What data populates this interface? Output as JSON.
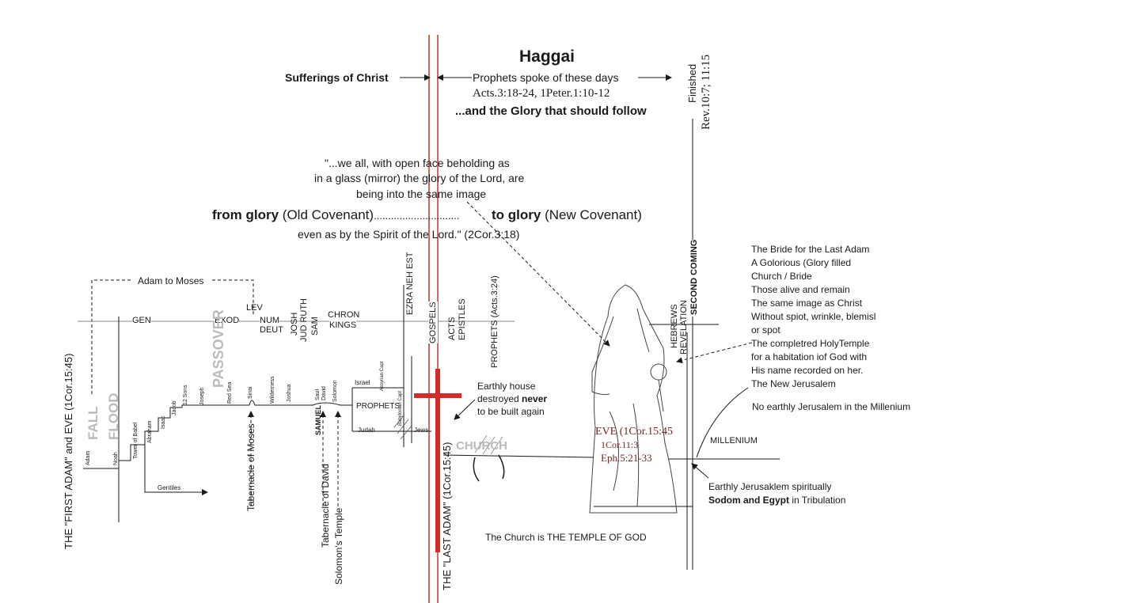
{
  "header": {
    "title": "Haggai",
    "sufferings": "Sufferings of Christ",
    "prophets_spoke": "Prophets spoke of these days",
    "refs": "Acts.3:18-24, 1Peter.1:10-12",
    "glory_follow": "...and the Glory that should follow",
    "finished": "Finished",
    "rev_ref": "Rev.10:7; 11:15"
  },
  "quote": {
    "line1": "\"...we all, with open face beholding as",
    "line2": "in a glass (mirror) the glory of the Lord, are",
    "line3": "being into the same image",
    "from_glory": "from glory",
    "old_cov": " (Old Covenant)",
    "dots": "..............................",
    "to_glory": "to glory",
    "new_cov": " (New Covenant)",
    "line5": "even as by the Spirit of the Lord.\" (2Cor.3:18)"
  },
  "timeline": {
    "adam_to_moses": "Adam to Moses",
    "gen": "GEN",
    "exod": "EXOD",
    "lev": "LEV",
    "num": "NUM",
    "deut": "DEUT",
    "josh": "JOSH",
    "jud_ruth": "JUD RUTH",
    "sam": "SAM",
    "chron": "CHRON",
    "kings": "KINGS",
    "ezra_nehemiah_est": "EZRA NEH EST",
    "gospels": "GOSPELS",
    "acts": "ACTS",
    "epistles": "EPISTLES",
    "prophets_acts": "PROPHETS (Acts.3:24)",
    "hebrews": "HEBREWS",
    "revelation": "REVELATION",
    "second_coming": "SECOND COMING",
    "passover": "PASSOVER",
    "fall": "FALL",
    "flood": "FLOOD",
    "first_adam": "THE \"FIRST ADAM\" and EVE (1Cor.15:45)",
    "last_adam": "THE \"LAST ADAM\" (1Cor.15:45)",
    "adam": "Adam",
    "noah": "Noah",
    "tower": "Tower of Babel",
    "abraham": "Abraham",
    "isaac": "Isaac",
    "jacob": "Jacob",
    "twelve_sons": "12 Sons",
    "joseph": "Joseph",
    "red_sea": "Red Sea",
    "sinai": "Sinai",
    "wilderness": "Wilderness",
    "joshua": "Joshua",
    "saul": "Saul",
    "david": "David",
    "solomon": "Solomon",
    "samuel": "SAMUEL",
    "israel": "Israel",
    "assyrian_capt": "Assyrian Capt",
    "babylonian_capt": "Babylonian Capt",
    "prophets": "PROPHETS",
    "judah": "Judah",
    "jews": "Jews",
    "gentiles": "Gentiles",
    "church": "CHURCH",
    "millenium": "MILLENIUM",
    "tabernacle_moses": "Tabernacle of Moses",
    "tabernacle_david": "Tabernacle of David",
    "solomons_temple": "Solomon's Temple"
  },
  "notes": {
    "earthly_house_1": "Earthly house",
    "earthly_house_2a": "destroyed ",
    "earthly_house_2b": "never",
    "earthly_house_3": "to be built again",
    "church_temple": "The Church is THE TEMPLE OF GOD",
    "eve": "EVE (1Cor.15:45",
    "cor11": "1Cor.11:3",
    "eph": "Eph.5:21-33",
    "earthly_jerusalem_1": "Earthly Jerusaklem spiritually",
    "earthly_jerusalem_2a": "Sodom and Egypt",
    "earthly_jerusalem_2b": " in Tribulation",
    "bride": [
      "The Bride for the Last Adam",
      "A Golorious (Glory filled",
      "Church / Bride",
      "Those alive and remain",
      "The same image as Christ",
      "Without spiot, wrinkle, blemisl",
      "or spot",
      "The completred HolyTemple",
      "for a habitation iof God with",
      "His name recorded on her.",
      "The New Jerusalem"
    ],
    "no_earthly": "No earthly Jerusalem in the Millenium"
  },
  "colors": {
    "ink": "#1a1a1a",
    "red_line": "#c0392b",
    "cross": "#d42a2a",
    "faint": "#888888"
  }
}
